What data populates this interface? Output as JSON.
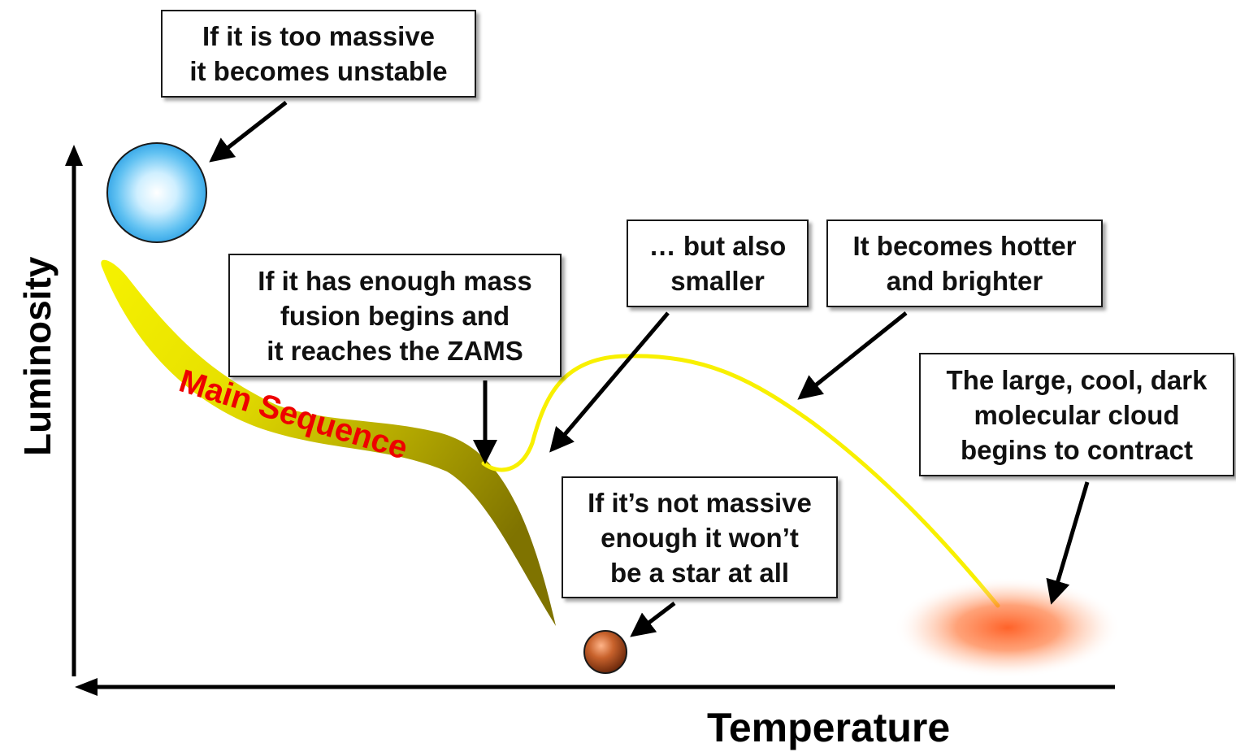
{
  "axes": {
    "y_label": "Luminosity",
    "x_label": "Temperature"
  },
  "band": {
    "label": "Main Sequence"
  },
  "callouts": {
    "too_massive": "If it is too massive\nit becomes unstable",
    "enough_mass": "If it has enough mass\nfusion begins and\nit reaches the ZAMS",
    "also_smaller": "… but also\nsmaller",
    "hotter_brighter": "It becomes hotter\nand brighter",
    "molecular_cloud": "The large, cool, dark\nmolecular cloud\nbegins to contract",
    "not_massive": "If it’s not massive\nenough it won’t\nbe a star at all"
  },
  "colors": {
    "band_light": "#f6f200",
    "band_dark": "#7f7300",
    "track": "#f8f000",
    "label_red": "#ee0000",
    "star_blue": "#3aa9e8",
    "star_brown": "#8a3a14",
    "cloud_orange": "#ff6a2a",
    "axis": "#000000"
  },
  "icons": {
    "massive_star": "blue-star-icon",
    "failed_star": "brown-dwarf-icon",
    "cloud": "molecular-cloud-icon"
  }
}
